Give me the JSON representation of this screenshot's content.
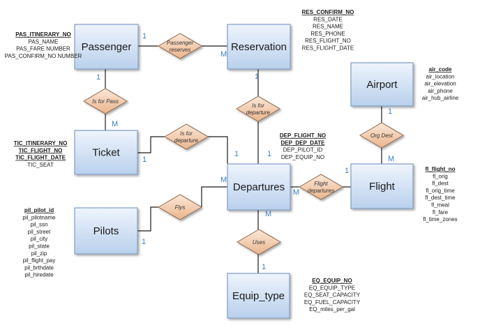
{
  "colors": {
    "entity_fill_top": "#eef4fc",
    "entity_fill_bottom": "#b9d0ec",
    "entity_stroke": "#7f9cc4",
    "relation_fill_top": "#fbe8d8",
    "relation_fill_bottom": "#eab48c",
    "relation_stroke": "#8f6a4f",
    "cardinality": "#3a7ec0",
    "line": "#1a1a1a"
  },
  "entities": {
    "passenger": "Passenger",
    "reservation": "Reservation",
    "airport": "Airport",
    "ticket": "Ticket",
    "departures": "Departures",
    "flight": "Flight",
    "pilots": "Pilots",
    "equip_type": "Equip_type"
  },
  "relationships": {
    "passenger_reserves": [
      "Passenger",
      "reserves"
    ],
    "is_for_pass": [
      "Is for Pass"
    ],
    "is_for_departure_res": [
      "Is for",
      "departure"
    ],
    "is_for_departure_ticket": [
      "Is for",
      "departure"
    ],
    "org_dest": [
      "Org Dest"
    ],
    "flight_departures": [
      "Flight",
      "departures"
    ],
    "flys": [
      "Flys"
    ],
    "uses": [
      "Uses"
    ]
  },
  "cardinalities": {
    "passenger_reserves_passenger": "1",
    "passenger_reserves_reservation": "M",
    "is_for_pass_passenger": "1",
    "is_for_pass_ticket": "M",
    "res_departure_reservation": "1",
    "res_departure_departures": "1",
    "ticket_departure_ticket": "1",
    "ticket_departure_departures": "1",
    "org_dest_airport": "1",
    "org_dest_flight": "M",
    "flight_departures_departures": "M",
    "flight_departures_flight": "1",
    "flys_departures": "M",
    "flys_pilots": "1",
    "uses_departures": "M",
    "uses_equip": "1"
  },
  "attributes": {
    "passenger": {
      "keys": [
        "PAS_ITINERARY_NO"
      ],
      "items": [
        "PAS_NAME",
        "PAS_FARE NUMBER",
        "PAS_CONFIRM_NO NUMBER"
      ]
    },
    "reservation": {
      "keys": [
        "RES_CONFIRM_NO"
      ],
      "items": [
        "RES_DATE",
        "RES_NAME",
        "RES_PHONE",
        "RES_FLIGHT_NO",
        "RES_FLIGHT_DATE"
      ]
    },
    "airport": {
      "keys": [
        "air_code"
      ],
      "items": [
        "air_location",
        "air_elevation",
        "air_phone",
        "air_hub_airline"
      ]
    },
    "ticket": {
      "keys": [
        "TIC_ITINERARY_NO",
        "TIC_FLIGHT_NO",
        "TIC_FLIGHT_DATE"
      ],
      "items": [
        "TIC_SEAT"
      ]
    },
    "departures": {
      "keys": [
        "DEP_FLIGHT_NO",
        "DEP_DEP_DATE"
      ],
      "items": [
        "DEP_PILOT_ID",
        "DEP_EQUIP_NO"
      ]
    },
    "flight": {
      "keys": [
        "fl_flight_no"
      ],
      "items": [
        "fl_orig",
        "fl_dest",
        "fl_orig_time",
        "fl_dest_time",
        "fl_meal",
        "fl_fare",
        "fl_time_zones"
      ]
    },
    "pilots": {
      "keys": [
        "pil_pilot_id"
      ],
      "items": [
        "pil_pilotname",
        "pil_ssn",
        "pil_street",
        "pil_city",
        "pil_state",
        "pil_zip",
        "pil_flight_pay",
        "pil_brthdate",
        "pil_hiredate"
      ]
    },
    "equip_type": {
      "keys": [
        "EQ_EQUIP_NO"
      ],
      "items": [
        "EQ_EQUIP_TYPE",
        "EQ_SEAT_CAPACITY",
        "EQ_FUEL_CAPACITY",
        "EQ_miles_per_gal"
      ]
    }
  }
}
